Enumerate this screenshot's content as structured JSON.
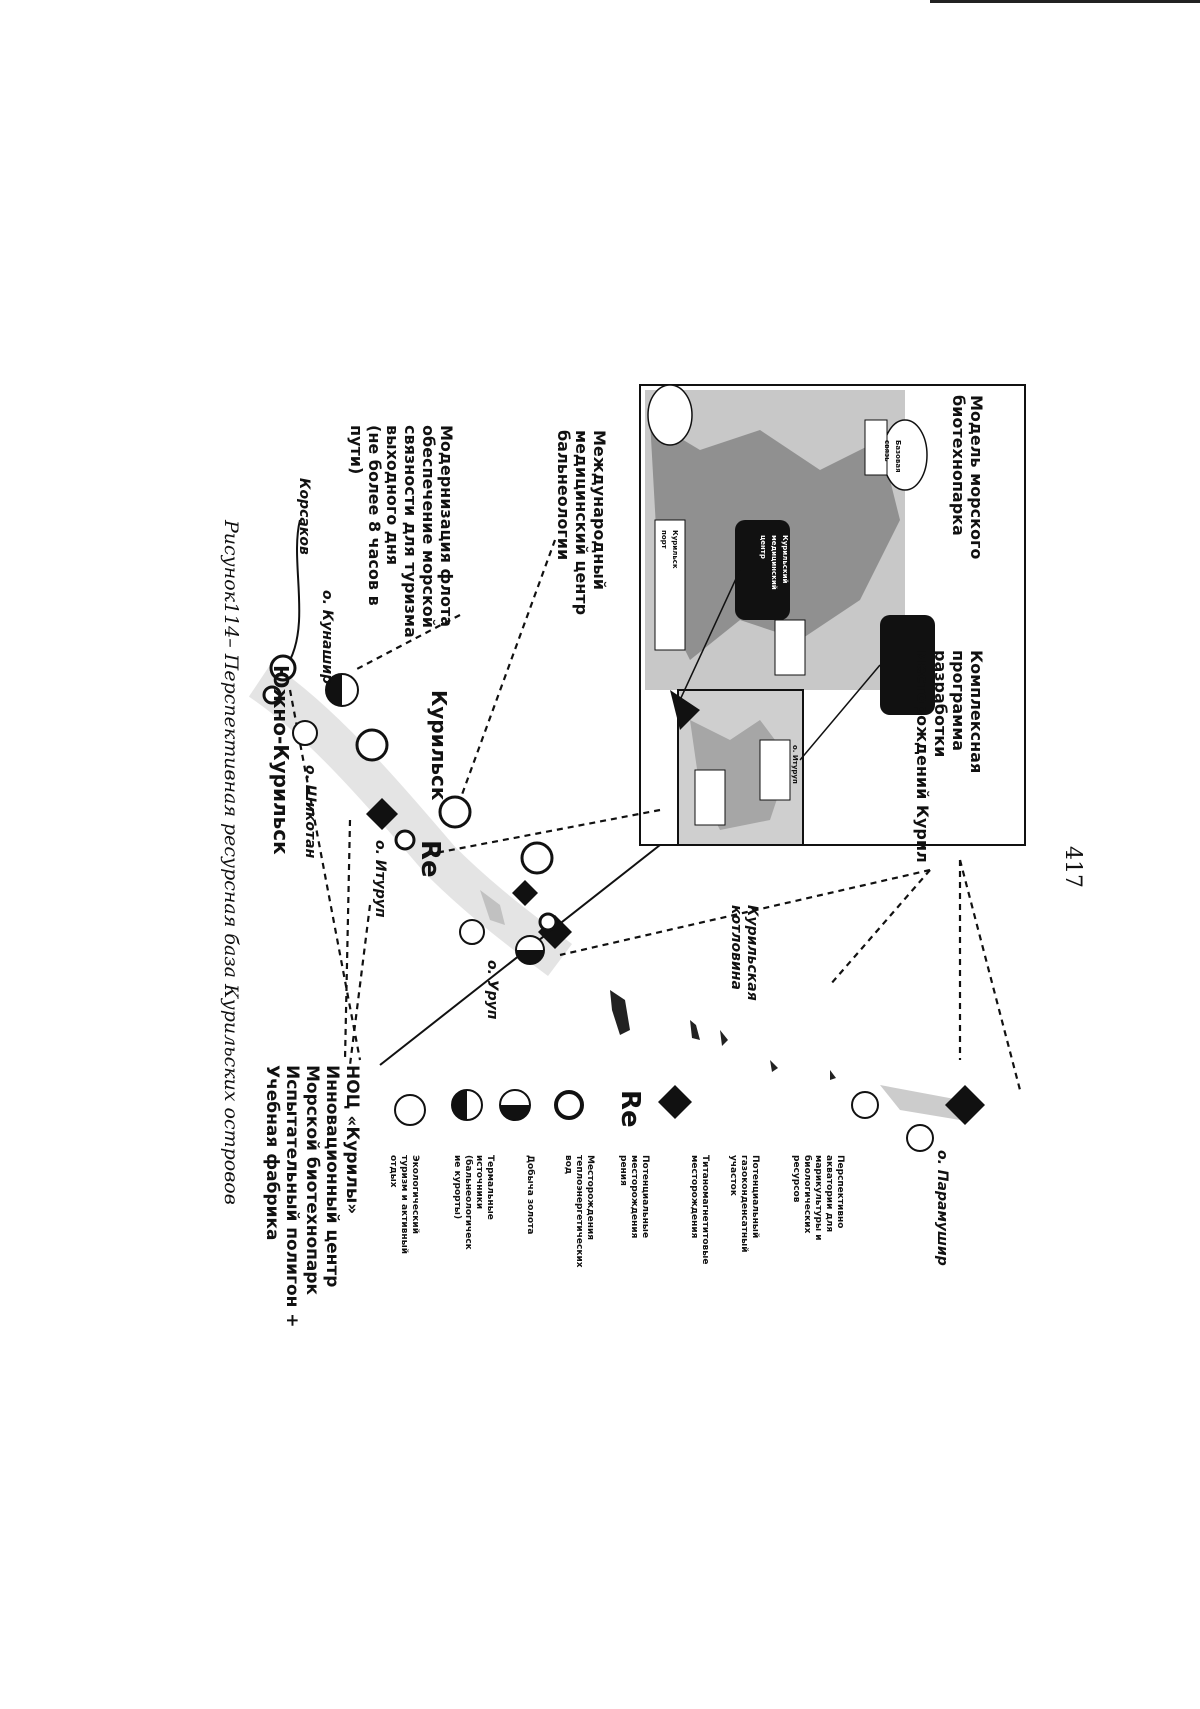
{
  "page_number": "417",
  "caption": "Рисунок114– Перспективная ресурсная база Курильских островов",
  "labels": {
    "biotech_model": "Модель морского\nбиотехнопарка",
    "complex_program": "Комплексная программа\nразработки\nместорождений Курил",
    "medical_center": "Международный\nмедицинский центр\nбальнеологии",
    "fleet_modernization": "Модернизация флота\nобеспечение морской\nсвязности для туризма\nвыходного дня\n(не более 8 часов в\nпути)",
    "korsakov": "Корсаков",
    "kunashir": "о. Кунашир",
    "yuzhno_kurilsk": "Южно-Курильск",
    "shikotan": "о. Шикотан",
    "kurilsk": "Курильск",
    "iturup": "о. Итуруп",
    "urup": "о. Уруп",
    "kuril_basin": "Курильская\nкотловина",
    "paramushir": "о. Парамушир",
    "re_symbol": "Re"
  },
  "legend": [
    {
      "icon": "diamond-icon",
      "text": "Перспективно\nакватории для\nмарикультуры и\nбиологических\nресурсов"
    },
    {
      "icon": "diamond-icon",
      "text": "Потенциальный\nгазоконденсатный\nучасток"
    },
    {
      "icon": "diamond-icon",
      "text": "Титаномагнетитовые\nместорождения"
    },
    {
      "icon": "re-icon",
      "text": "Потенциальные\nместорождения\nрения"
    },
    {
      "icon": "geothermal-icon",
      "text": "Месторождения\nтеплоэнергетических\nвод"
    },
    {
      "icon": "gold-icon",
      "text": "Добыча золота"
    },
    {
      "icon": "thermal-springs-icon",
      "text": "Термальные\nисточники\n(бальнеологическ\nие курорты)"
    },
    {
      "icon": "ecotourism-icon",
      "text": "Экологический\nтуризм и активный\nотдых"
    }
  ],
  "noc_block": "НОЦ «Курилы»\nИнновационный центр\nМорской биотехнопарк\nИспытательный полигон +\nУчебная фабрика",
  "inset_texts": {
    "callout_1": "Курильский\nмедицинский\nцентр",
    "callout_2": "Базовая\nсвязь",
    "callout_3": "о. Итуруп",
    "callout_4": "Курильск\nпорт"
  },
  "colors": {
    "ink": "#111111",
    "photo_gray": "#8a8a8a",
    "paper": "#ffffff"
  }
}
